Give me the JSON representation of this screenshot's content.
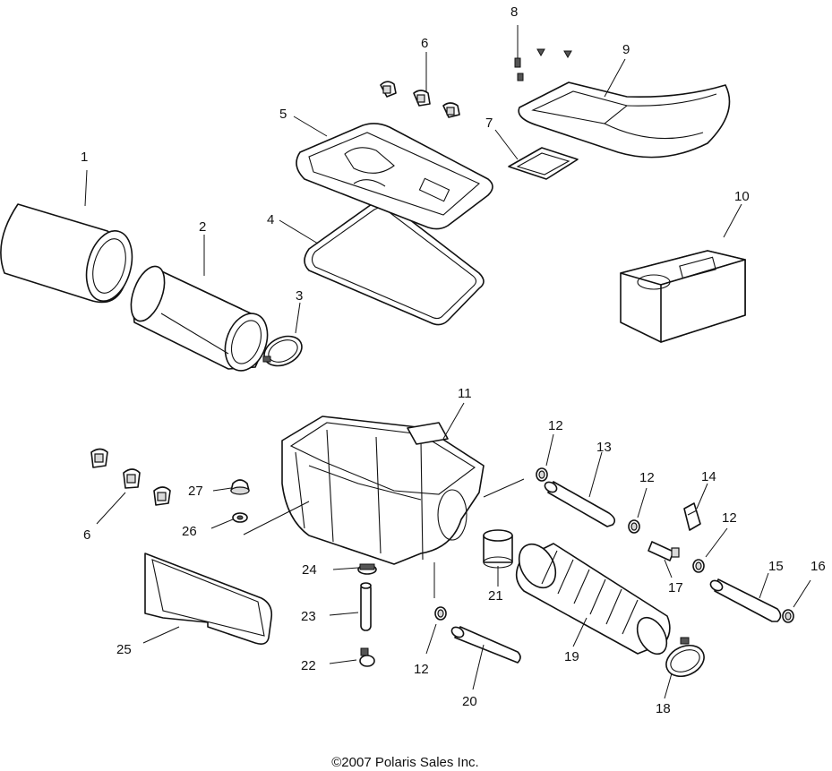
{
  "callouts": {
    "c1": "1",
    "c2": "2",
    "c3": "3",
    "c4": "4",
    "c5": "5",
    "c6a": "6",
    "c6b": "6",
    "c7": "7",
    "c8": "8",
    "c9": "9",
    "c10": "10",
    "c11": "11",
    "c12a": "12",
    "c12b": "12",
    "c12c": "12",
    "c12d": "12",
    "c13": "13",
    "c14": "14",
    "c15": "15",
    "c16": "16",
    "c17": "17",
    "c18": "18",
    "c19": "19",
    "c20": "20",
    "c21": "21",
    "c22": "22",
    "c23": "23",
    "c24": "24",
    "c25": "25",
    "c26": "26",
    "c27": "27"
  },
  "copyright": "©2007 Polaris Sales Inc."
}
